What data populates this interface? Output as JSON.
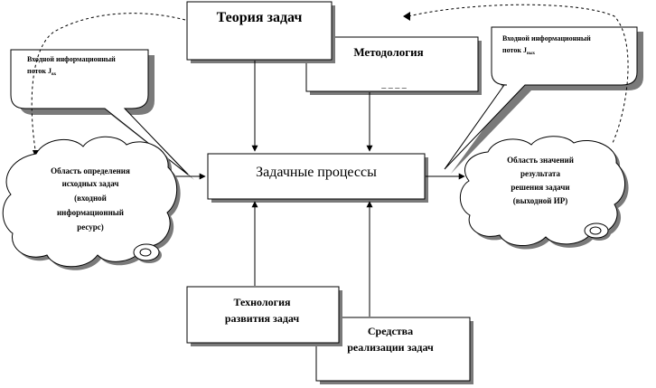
{
  "nodes": {
    "task_theory": "Теория задач",
    "methodology": "Методология",
    "methodology_placeholder": "_ _ _ _",
    "task_processes": "Задачные процессы",
    "tech_development": [
      "Технология",
      "развития задач"
    ],
    "realization_means": [
      "Средства",
      "реализации задач"
    ],
    "input_domain": [
      "Область определения",
      "исходных задач",
      "(входной",
      "информационный",
      "ресурс)"
    ],
    "output_domain": [
      "Область значений",
      "результата",
      "решения задачи",
      "(выходной ИР)"
    ]
  },
  "callouts": {
    "input_stream": [
      "Входной информационный",
      "поток J",
      "вх"
    ],
    "output_stream": [
      "Входной информационный",
      "поток J",
      "вых"
    ]
  }
}
